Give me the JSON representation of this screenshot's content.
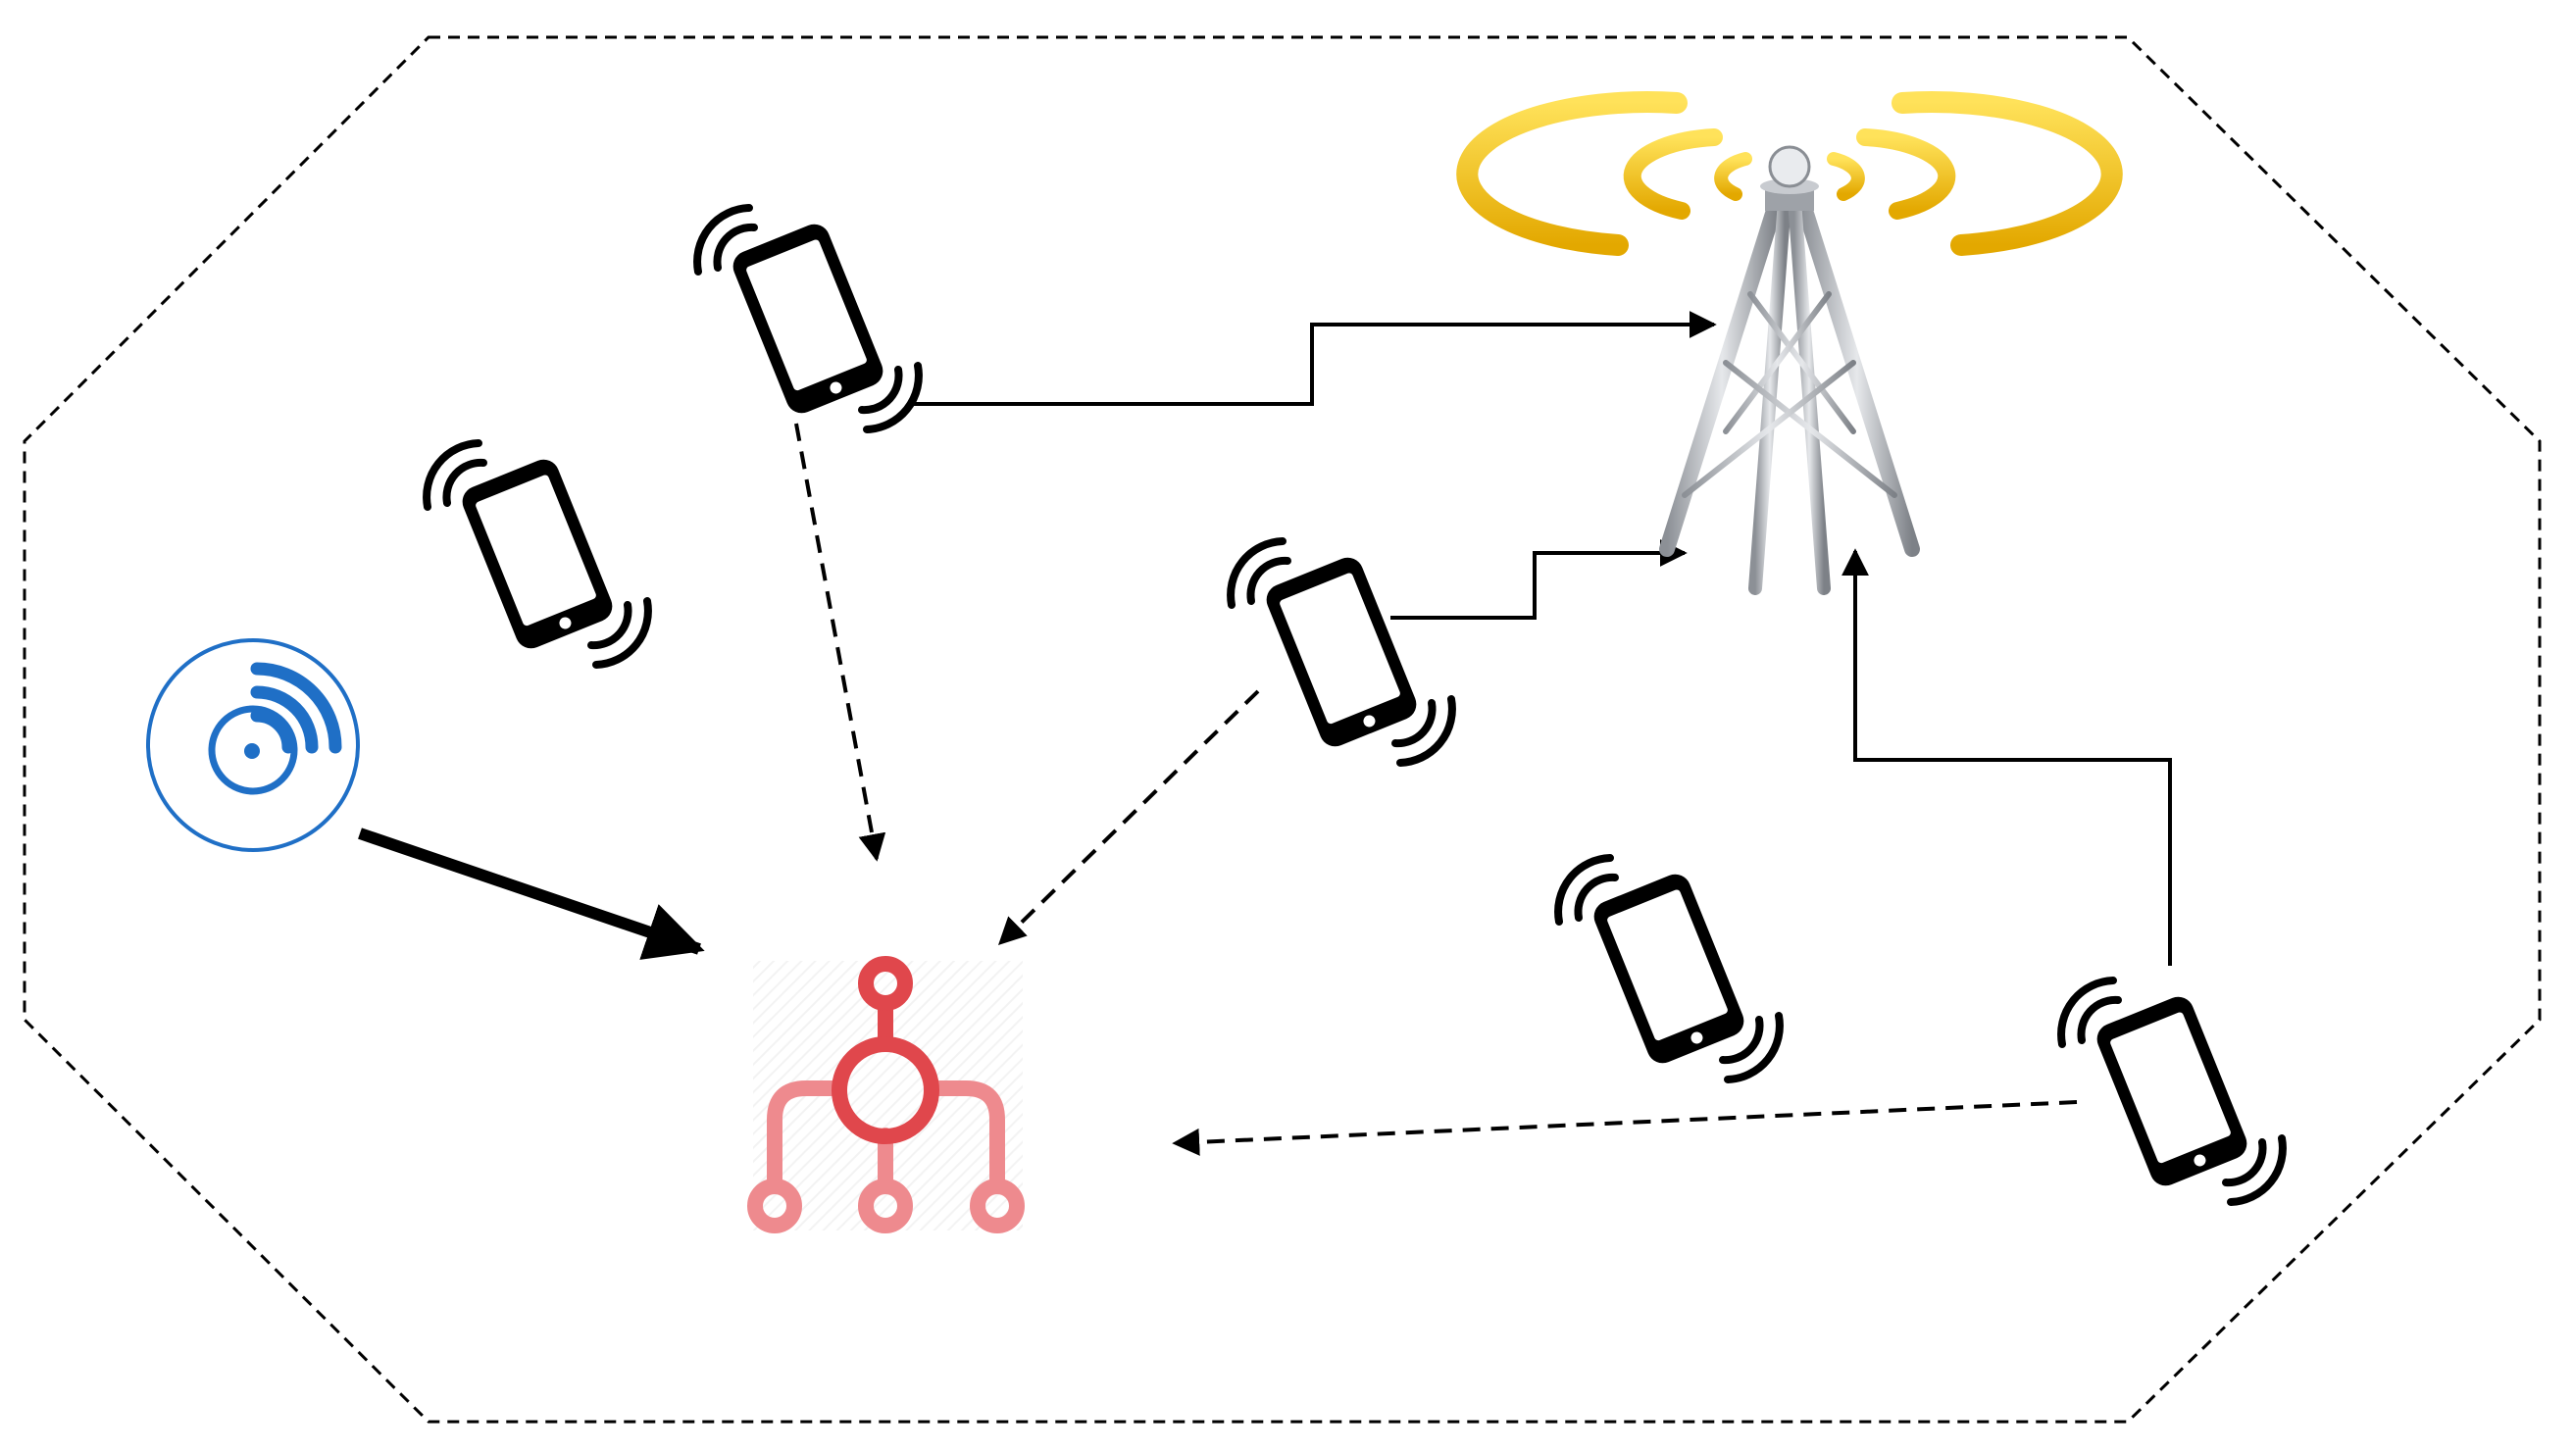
{
  "diagram": {
    "region_shape": "dashed-octagon",
    "colors": {
      "line": "#000000",
      "sensor_blue": "#1f6fc6",
      "hub_red": "#e0474c",
      "hub_pink": "#ee8a8e",
      "tower_gold": "#f2c200",
      "tower_steel": "#a8acb3"
    },
    "nodes": [
      {
        "id": "tower",
        "icon": "cell-tower-icon"
      },
      {
        "id": "hub",
        "icon": "network-hub-icon"
      },
      {
        "id": "sensor",
        "icon": "wireless-sensor-icon"
      },
      {
        "id": "phone-1",
        "icon": "smartphone-icon"
      },
      {
        "id": "phone-2",
        "icon": "smartphone-icon"
      },
      {
        "id": "phone-3",
        "icon": "smartphone-icon"
      },
      {
        "id": "phone-4",
        "icon": "smartphone-icon"
      },
      {
        "id": "phone-5",
        "icon": "smartphone-icon"
      }
    ],
    "links": [
      {
        "from": "phone-1",
        "to": "tower",
        "style": "solid"
      },
      {
        "from": "phone-3",
        "to": "tower",
        "style": "solid"
      },
      {
        "from": "phone-5",
        "to": "tower",
        "style": "solid"
      },
      {
        "from": "phone-1",
        "to": "hub",
        "style": "dashed"
      },
      {
        "from": "phone-3",
        "to": "hub",
        "style": "dashed"
      },
      {
        "from": "phone-5",
        "to": "hub",
        "style": "dashed"
      },
      {
        "from": "sensor",
        "to": "hub",
        "style": "bold"
      }
    ]
  }
}
